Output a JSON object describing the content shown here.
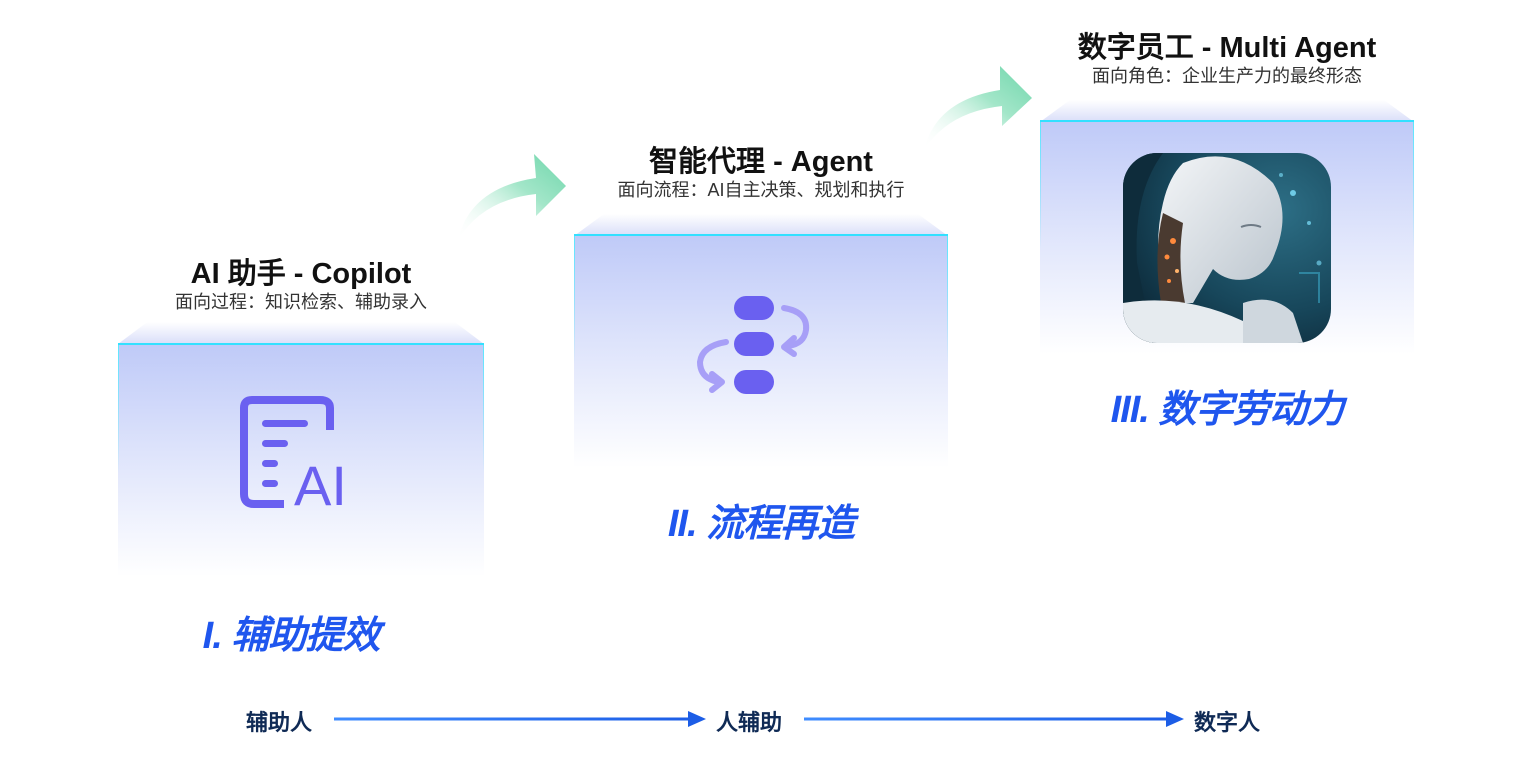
{
  "stages": [
    {
      "title": "AI 助手 - Copilot",
      "subtitle": "面向过程：知识检索、辅助录入",
      "icon": "document-ai-icon",
      "phase": "I. 辅助提效"
    },
    {
      "title": "智能代理 - Agent",
      "subtitle": "面向流程：AI自主决策、规划和执行",
      "icon": "workflow-cycle-icon",
      "phase": "II. 流程再造"
    },
    {
      "title": "数字员工 - Multi Agent",
      "subtitle": "面向角色：企业生产力的最终形态",
      "icon": "robot-portrait-image",
      "phase": "III. 数字劳动力"
    }
  ],
  "doc_icon_text": "AI",
  "flow": [
    "辅助人",
    "人辅助",
    "数字人"
  ],
  "colors": {
    "phase_text": "#1f56ee",
    "icon_purple": "#6a60f0",
    "flow_arrow": "#2a6cf0",
    "step_arrow": "#7fd9b4",
    "box_top_edge": "#33e0ff"
  }
}
